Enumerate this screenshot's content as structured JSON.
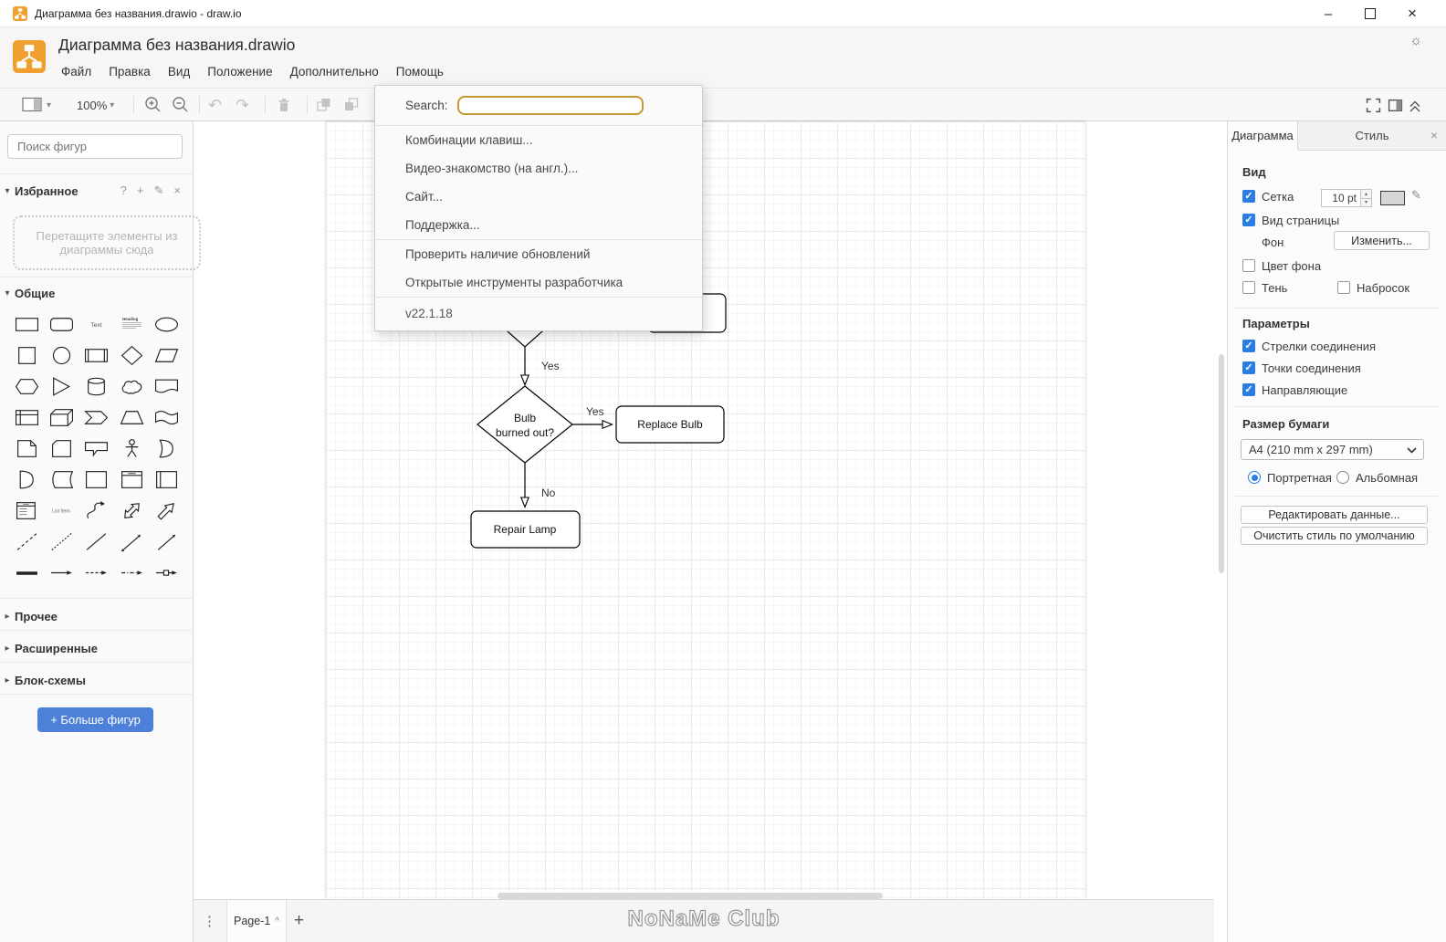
{
  "colors": {
    "accent_blue": "#2a7de2",
    "more_shapes_blue": "#4d80d9",
    "search_highlight_gold": "#c59a2e",
    "logo_orange": "#efa02f"
  },
  "window": {
    "title": "Диаграмма без названия.drawio - draw.io"
  },
  "header": {
    "app_title": "Диаграмма без названия.drawio",
    "menus": [
      "Файл",
      "Правка",
      "Вид",
      "Положение",
      "Дополнительно",
      "Помощь"
    ]
  },
  "toolbar": {
    "zoom_level": "100%"
  },
  "help_menu": {
    "search_label": "Search:",
    "items": [
      "Комбинации клавиш...",
      "Видео-знакомство (на англ.)...",
      "Сайт...",
      "Поддержка...",
      "Проверить наличие обновлений",
      "Открытые инструменты разработчика"
    ],
    "version": "v22.1.18"
  },
  "sidebar": {
    "search_placeholder": "Поиск фигур",
    "favorites_title": "Избранное",
    "dropzone_text": "Перетащите элементы из диаграммы сюда",
    "sections": {
      "general": "Общие",
      "misc": "Прочее",
      "advanced": "Расширенные",
      "flowchart": "Блок-схемы"
    },
    "more_shapes_label": "+ Больше фигур",
    "shape_text": {
      "text": "Text",
      "heading": "Heading",
      "list_item": "List Item"
    },
    "shapes": [
      "rectangle",
      "rounded-rectangle",
      "text",
      "textbox",
      "ellipse",
      "square",
      "circle",
      "process",
      "diamond",
      "parallelogram",
      "hexagon",
      "triangle",
      "cylinder",
      "cloud",
      "document",
      "internal-storage",
      "cube",
      "step",
      "trapezoid",
      "tape",
      "note",
      "card",
      "callout",
      "actor",
      "or",
      "and",
      "data-storage",
      "container",
      "container-title",
      "vertical-container",
      "list",
      "list-item",
      "curve",
      "bidirectional-arrow",
      "arrow",
      "dashed-line",
      "dotted-line",
      "line",
      "bidirectional-connector",
      "directional-connector",
      "link",
      "arrow-connector",
      "dashed-connector",
      "dashdot-connector",
      "symbol-connector"
    ]
  },
  "canvas": {
    "flowchart": {
      "label_yes_top": "Yes",
      "label_yes_right": "Yes",
      "label_no": "No",
      "decision_line1": "Bulb",
      "decision_line2": "burned out?",
      "replace_label": "Replace Bulb",
      "repair_label": "Repair Lamp"
    }
  },
  "right_panel": {
    "tab_diagram": "Диаграмма",
    "tab_style": "Стиль",
    "view": {
      "title": "Вид",
      "grid": "Сетка",
      "grid_size": "10 pt",
      "page_view": "Вид страницы",
      "background": "Фон",
      "change_button": "Изменить...",
      "bg_color": "Цвет фона",
      "shadow": "Тень",
      "sketch": "Набросок"
    },
    "options": {
      "title": "Параметры",
      "connection_arrows": "Стрелки соединения",
      "connection_points": "Точки соединения",
      "guides": "Направляющие"
    },
    "paper": {
      "title": "Размер бумаги",
      "size_value": "A4 (210 mm x 297 mm)",
      "portrait": "Портретная",
      "landscape": "Альбомная"
    },
    "edit_data_button": "Редактировать данные...",
    "clear_default_style_button": "Очистить стиль по умолчанию"
  },
  "footer": {
    "page_tab": "Page-1",
    "watermark": "NoNaMe Club"
  },
  "icons": {
    "check": "✓",
    "caret_down": "▾",
    "caret_right": "▸",
    "caret_up": "^",
    "dots_vertical": "⋮",
    "plus": "+",
    "question": "?",
    "pencil": "✎",
    "close": "×",
    "minimize": "–",
    "theme": "☼",
    "undo": "↶",
    "redo": "↷",
    "spin_up": "▴",
    "spin_down": "▾"
  }
}
